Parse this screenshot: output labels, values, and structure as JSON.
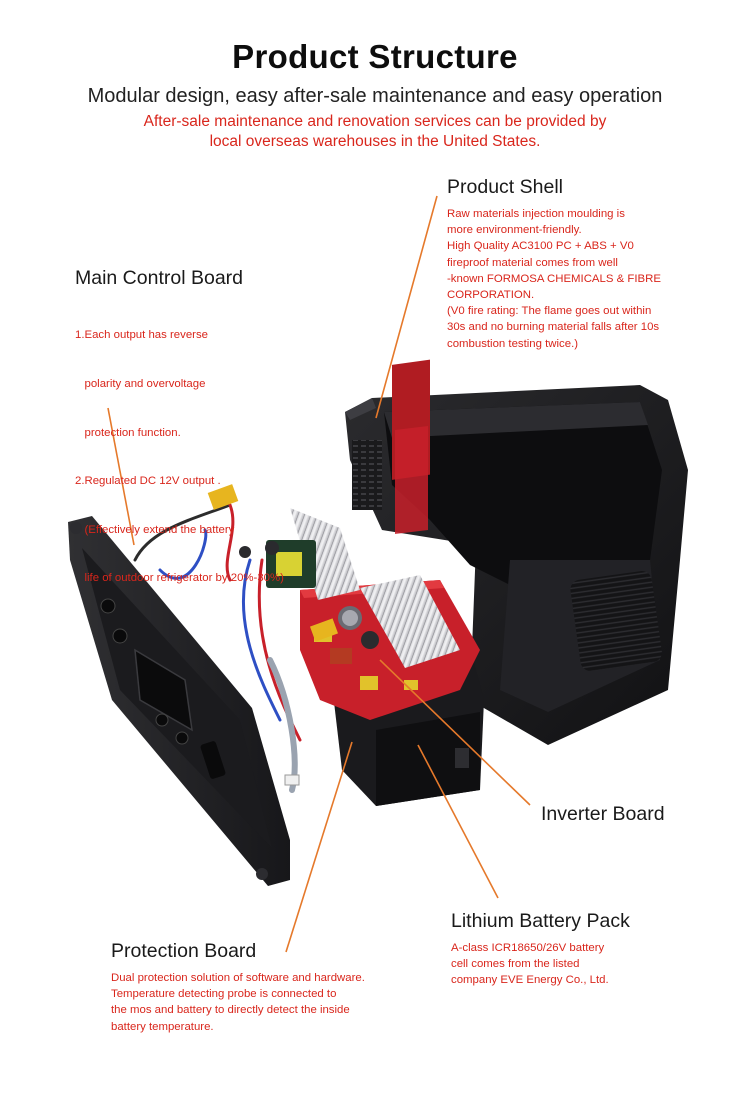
{
  "header": {
    "title": "Product Structure",
    "subtitle": "Modular design, easy after-sale maintenance and easy operation",
    "notice_lines": [
      "After-sale maintenance and renovation services can be provided by",
      "local overseas warehouses  in the United States."
    ]
  },
  "components": {
    "product_shell": {
      "title": "Product Shell",
      "lines": [
        "Raw materials injection moulding is",
        "more environment-friendly.",
        "High Quality AC3100 PC + ABS + V0",
        "fireproof material comes from well",
        "-known FORMOSA CHEMICALS & FIBRE",
        "CORPORATION.",
        "(V0 fire rating: The flame goes out within",
        "30s and no burning material falls after 10s",
        "combustion testing twice.)"
      ]
    },
    "main_control_board": {
      "title": "Main Control Board",
      "lines": [
        "1.Each output has reverse",
        "   polarity and overvoltage",
        "   protection function.",
        "2.Regulated DC 12V output .",
        "   (Effectively extend the battery",
        "   life of outdoor refrigerator by 20%-30%)"
      ]
    },
    "inverter_board": {
      "title": "Inverter Board"
    },
    "lithium_battery_pack": {
      "title": "Lithium Battery Pack",
      "lines": [
        "A-class ICR18650/26V battery",
        "cell comes from the listed",
        "company EVE Energy Co., Ltd."
      ]
    },
    "protection_board": {
      "title": "Protection Board",
      "lines": [
        "Dual protection solution of software and hardware.",
        "Temperature detecting probe is connected to",
        "the mos and battery  to directly detect the inside",
        "battery temperature."
      ]
    }
  },
  "colors": {
    "accent_red": "#d9261c",
    "leader_orange": "#e5792b",
    "casing_black": "#1c1c1e",
    "pcb_red": "#c8202a"
  }
}
